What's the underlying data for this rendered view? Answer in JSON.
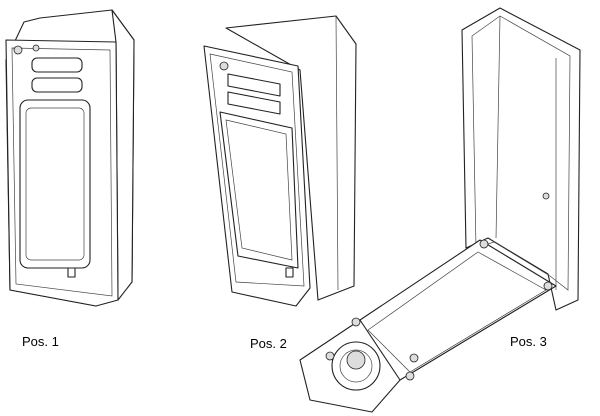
{
  "labels": {
    "pos1": "Pos. 1",
    "pos2": "Pos. 2",
    "pos3": "Pos. 3"
  }
}
